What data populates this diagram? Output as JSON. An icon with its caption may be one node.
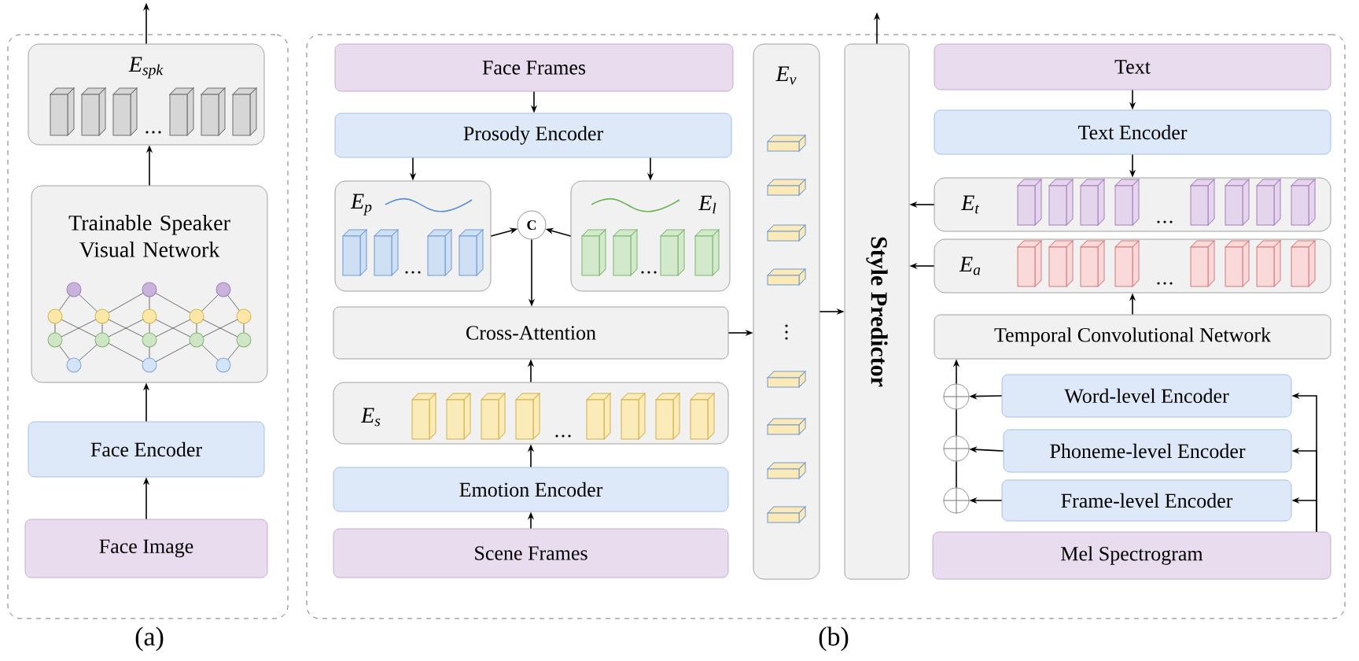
{
  "diagram": {
    "nodes": [
      {
        "text": [],
        "shape": "box",
        "beside": [
          "(a)"
        ]
      },
      {
        "text": [
          "E$_{spk}$"
        ],
        "in": 0
      },
      {
        "text": [
          "Trainable Speaker Visual Network"
        ],
        "in": 0
      },
      {
        "text": [
          "Face Encoder"
        ],
        "in": 0
      },
      {
        "text": [
          "Face Image"
        ],
        "in": 0
      },
      {
        "text": [],
        "shape": "box",
        "beside": [
          "(b)"
        ]
      },
      {
        "text": [
          "Face Frames"
        ],
        "in": 5
      },
      {
        "text": [
          "Prosody Encoder"
        ],
        "in": 5
      },
      {
        "text": [
          "E$_{p}$"
        ],
        "in": 5
      },
      {
        "text": [
          "C"
        ],
        "in": 5
      },
      {
        "text": [
          "E$_{l}$"
        ],
        "in": 5
      },
      {
        "text": [
          "Cross-Attention"
        ],
        "in": 5
      },
      {
        "text": [
          "E$_{s}$"
        ],
        "in": 5
      },
      {
        "text": [
          "Emotion Encoder"
        ],
        "in": 5
      },
      {
        "text": [
          "Scene Frames"
        ],
        "in": 5
      },
      {
        "text": [
          "E$_{v}$"
        ],
        "in": 5
      },
      {
        "text": [
          "Style Predictor"
        ],
        "in": 5
      },
      {
        "text": [
          "Text"
        ],
        "in": 5
      },
      {
        "text": [
          "Text Encoder"
        ],
        "in": 5
      },
      {
        "text": [
          "E$_{t}$"
        ],
        "in": 5
      },
      {
        "text": [
          "E$_{a}$"
        ],
        "in": 5
      },
      {
        "text": [
          "Temporal Convolutional Network"
        ],
        "in": 5
      },
      {
        "text": [
          "Word-level Encoder"
        ],
        "in": 5
      },
      {
        "text": [
          "Phoneme-level Encoder"
        ],
        "in": 5
      },
      {
        "text": [
          "Frame-level Encoder"
        ],
        "in": 5
      },
      {
        "text": [
          "Mel Spectrogram"
        ],
        "in": 5
      },
      {
        "text": [],
        "shape": "circle",
        "in": 5
      },
      {
        "text": [],
        "shape": "circle",
        "in": 5
      },
      {
        "text": [],
        "shape": "circle",
        "in": 5
      }
    ],
    "edges": [
      {
        "from": 4,
        "to": 3,
        "arrow": "to"
      },
      {
        "from": 3,
        "to": 2,
        "arrow": "to"
      },
      {
        "from": 2,
        "to": 1,
        "arrow": "to"
      },
      {
        "from": 1,
        "to": null,
        "arrow": "to"
      },
      {
        "from": 6,
        "to": 7,
        "arrow": "to"
      },
      {
        "from": 7,
        "to": 8,
        "arrow": "to"
      },
      {
        "from": 7,
        "to": 10,
        "arrow": "to"
      },
      {
        "from": 8,
        "to": 9,
        "arrow": "to"
      },
      {
        "from": 10,
        "to": 9,
        "arrow": "to"
      },
      {
        "from": 9,
        "to": 11,
        "arrow": "to"
      },
      {
        "from": 14,
        "to": 13,
        "arrow": "to"
      },
      {
        "from": 13,
        "to": 12,
        "arrow": "to"
      },
      {
        "from": 12,
        "to": 11,
        "arrow": "to"
      },
      {
        "from": 11,
        "to": 15,
        "arrow": "to"
      },
      {
        "from": 15,
        "to": 16,
        "arrow": "to"
      },
      {
        "from": 16,
        "to": null,
        "arrow": "to"
      },
      {
        "from": 17,
        "to": 18,
        "arrow": "to"
      },
      {
        "from": 18,
        "to": 19,
        "arrow": "to"
      },
      {
        "from": 19,
        "to": 16,
        "arrow": "to"
      },
      {
        "from": 20,
        "to": 16,
        "arrow": "to"
      },
      {
        "from": 21,
        "to": 20,
        "arrow": "to"
      },
      {
        "from": 25,
        "to": 22,
        "arrow": "to"
      },
      {
        "from": 25,
        "to": 23,
        "arrow": "to"
      },
      {
        "from": 25,
        "to": 24,
        "arrow": "to"
      },
      {
        "from": 22,
        "to": 26,
        "arrow": "to"
      },
      {
        "from": 23,
        "to": 27,
        "arrow": "to"
      },
      {
        "from": 24,
        "to": 28,
        "arrow": "to"
      },
      {
        "from": 28,
        "to": 27,
        "arrow": "none"
      },
      {
        "from": 27,
        "to": 26,
        "arrow": "none"
      },
      {
        "from": 26,
        "to": 21,
        "arrow": "to"
      }
    ]
  }
}
